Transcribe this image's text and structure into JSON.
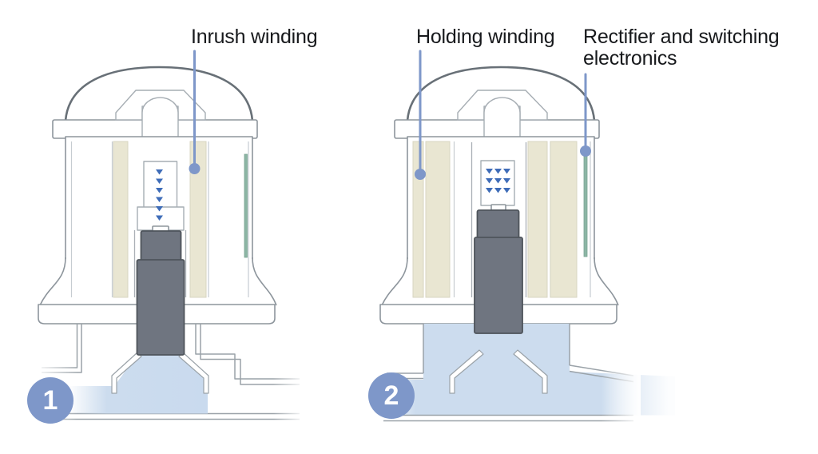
{
  "figure": {
    "callouts": {
      "inrush": {
        "label": "Inrush winding"
      },
      "holding": {
        "label": "Holding winding"
      },
      "rectifier": {
        "label_line1": "Rectifier and switching",
        "label_line2": "electronics"
      }
    },
    "steps": {
      "one": "1",
      "two": "2"
    }
  },
  "icons": {
    "flow_arrow": "triangle-down"
  },
  "colors": {
    "callout_blue": "#7e97c9",
    "winding_beige": "#e9e6d2",
    "rectifier_green": "#8cb6a5",
    "plunger_gray": "#6f7580",
    "fluid_blue": "#ccdcee",
    "arrow_blue": "#3e6cb8",
    "outline_gray": "#8d959c",
    "label_text": "#17191c"
  }
}
